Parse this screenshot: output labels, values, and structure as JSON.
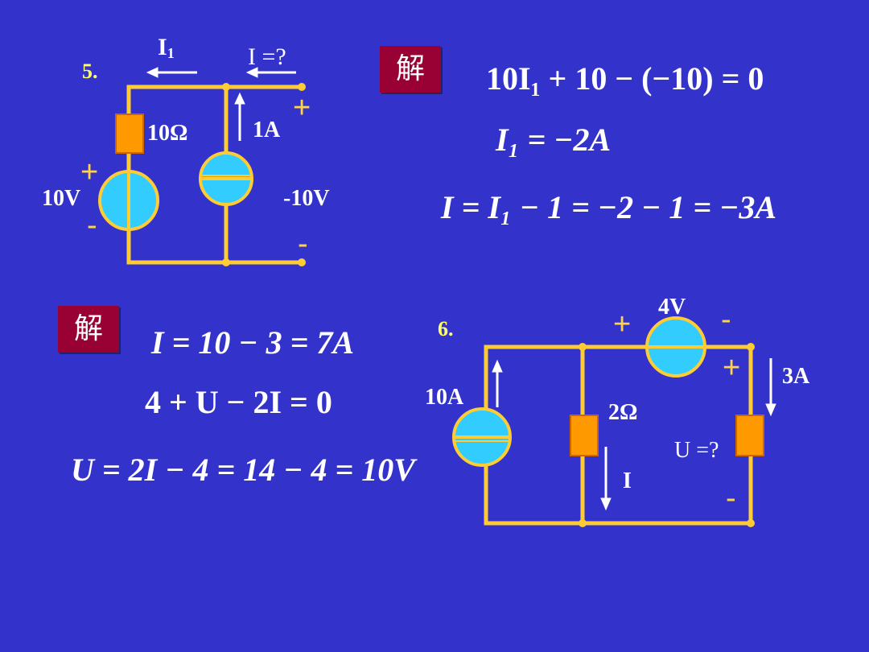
{
  "problem5": {
    "number": "5.",
    "current_i1": "I",
    "current_i1_sub": "1",
    "current_i": "I =?",
    "resistor": "10Ω",
    "source_current": "1A",
    "source_voltage": "10V",
    "terminal_voltage": "-10V",
    "plus": "+",
    "minus": "-",
    "solution_badge": "解",
    "eq1": "10I₁ + 10 − (−10) = 0",
    "eq2": "I₁ = −2A",
    "eq3": "I = I₁ − 1 = −2 − 1 = −3A"
  },
  "problem6": {
    "number": "6.",
    "solution_badge": "解",
    "source_voltage": "4V",
    "source_current": "10A",
    "resistor": "2Ω",
    "branch_current": "3A",
    "unknown_voltage": "U =?",
    "current_i": "I",
    "plus": "+",
    "minus": "-",
    "eq1": "I = 10 − 3 = 7A",
    "eq2": "4 + U − 2I = 0",
    "eq3": "U = 2I − 4 = 14 − 4 = 10V"
  },
  "colors": {
    "background": "#3333cc",
    "wire": "#ffcc33",
    "resistor": "#ff9900",
    "source_fill": "#33ccff",
    "badge": "#990033",
    "number_label": "#ffff66"
  }
}
